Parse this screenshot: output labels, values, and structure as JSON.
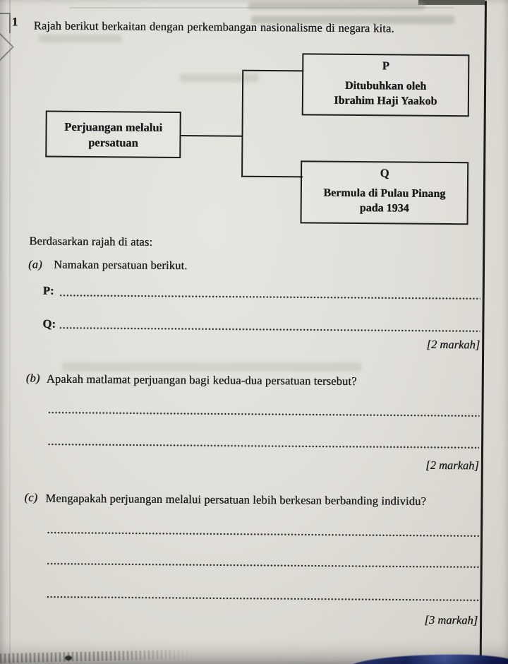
{
  "page": {
    "question_number": "1",
    "title": "Rajah berikut berkaitan dengan perkembangan nasionalisme di negara kita."
  },
  "diagram": {
    "root_box": {
      "lines": [
        "Perjuangan melalui",
        "persatuan"
      ]
    },
    "box_p": {
      "label": "P",
      "lines": [
        "Ditubuhkan oleh",
        "Ibrahim Haji Yaakob"
      ]
    },
    "box_q": {
      "label": "Q",
      "lines": [
        "Bermula di Pulau Pinang",
        "pada 1934"
      ]
    }
  },
  "questions": {
    "intro": "Berdasarkan rajah di atas:",
    "a": {
      "label": "(a)",
      "text": "Namakan persatuan berikut.",
      "p_prefix": "P:",
      "q_prefix": "Q:",
      "marks": "[2 markah]"
    },
    "b": {
      "label": "(b)",
      "text": "Apakah matlamat perjuangan bagi kedua-dua persatuan tersebut?",
      "marks": "[2 markah]"
    },
    "c": {
      "label": "(c)",
      "text": "Mengapakah perjuangan melalui persatuan lebih berkesan berbanding individu?",
      "marks": "[3 markah]"
    }
  },
  "colors": {
    "paper": "#e0ded8",
    "ink": "#1c1c1c",
    "pen_blue": "#1c2a66"
  }
}
